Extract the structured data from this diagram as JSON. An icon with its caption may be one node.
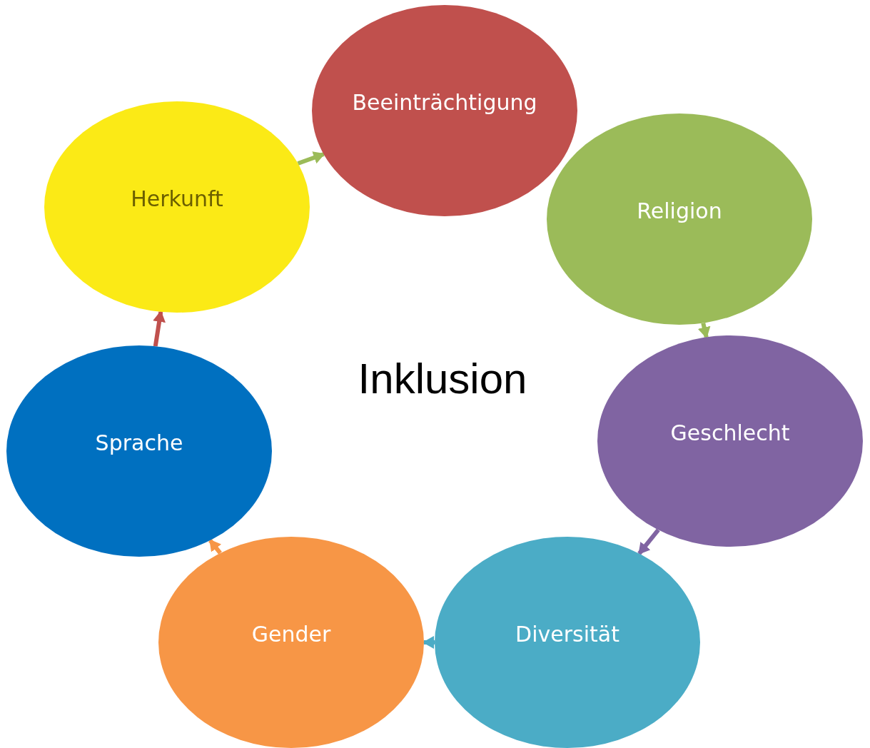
{
  "diagram": {
    "nodes": [
      {
        "text": [
          "Beeinträchtigung"
        ]
      },
      {
        "text": [
          "Religion"
        ]
      },
      {
        "text": [
          "Geschlecht"
        ]
      },
      {
        "text": [
          "Diversität"
        ]
      },
      {
        "text": [
          "Gender"
        ]
      },
      {
        "text": [
          "Sprache"
        ]
      },
      {
        "text": [
          "Herkunft"
        ]
      }
    ],
    "edges": [
      {
        "from": 1,
        "to": 2,
        "arrow": "to",
        "color": "#9bbb59"
      },
      {
        "from": 2,
        "to": 3,
        "arrow": "to",
        "color": "#8064a2"
      },
      {
        "from": 3,
        "to": 4,
        "arrow": "to",
        "color": "#4bacc6"
      },
      {
        "from": 4,
        "to": 5,
        "arrow": "to",
        "color": "#f79646"
      },
      {
        "from": 5,
        "to": 6,
        "arrow": "to",
        "color": "#c0504d"
      },
      {
        "from": 6,
        "to": 0,
        "arrow": "to",
        "color": "#9bbb59"
      }
    ],
    "labels": [
      "Inklusion"
    ]
  }
}
